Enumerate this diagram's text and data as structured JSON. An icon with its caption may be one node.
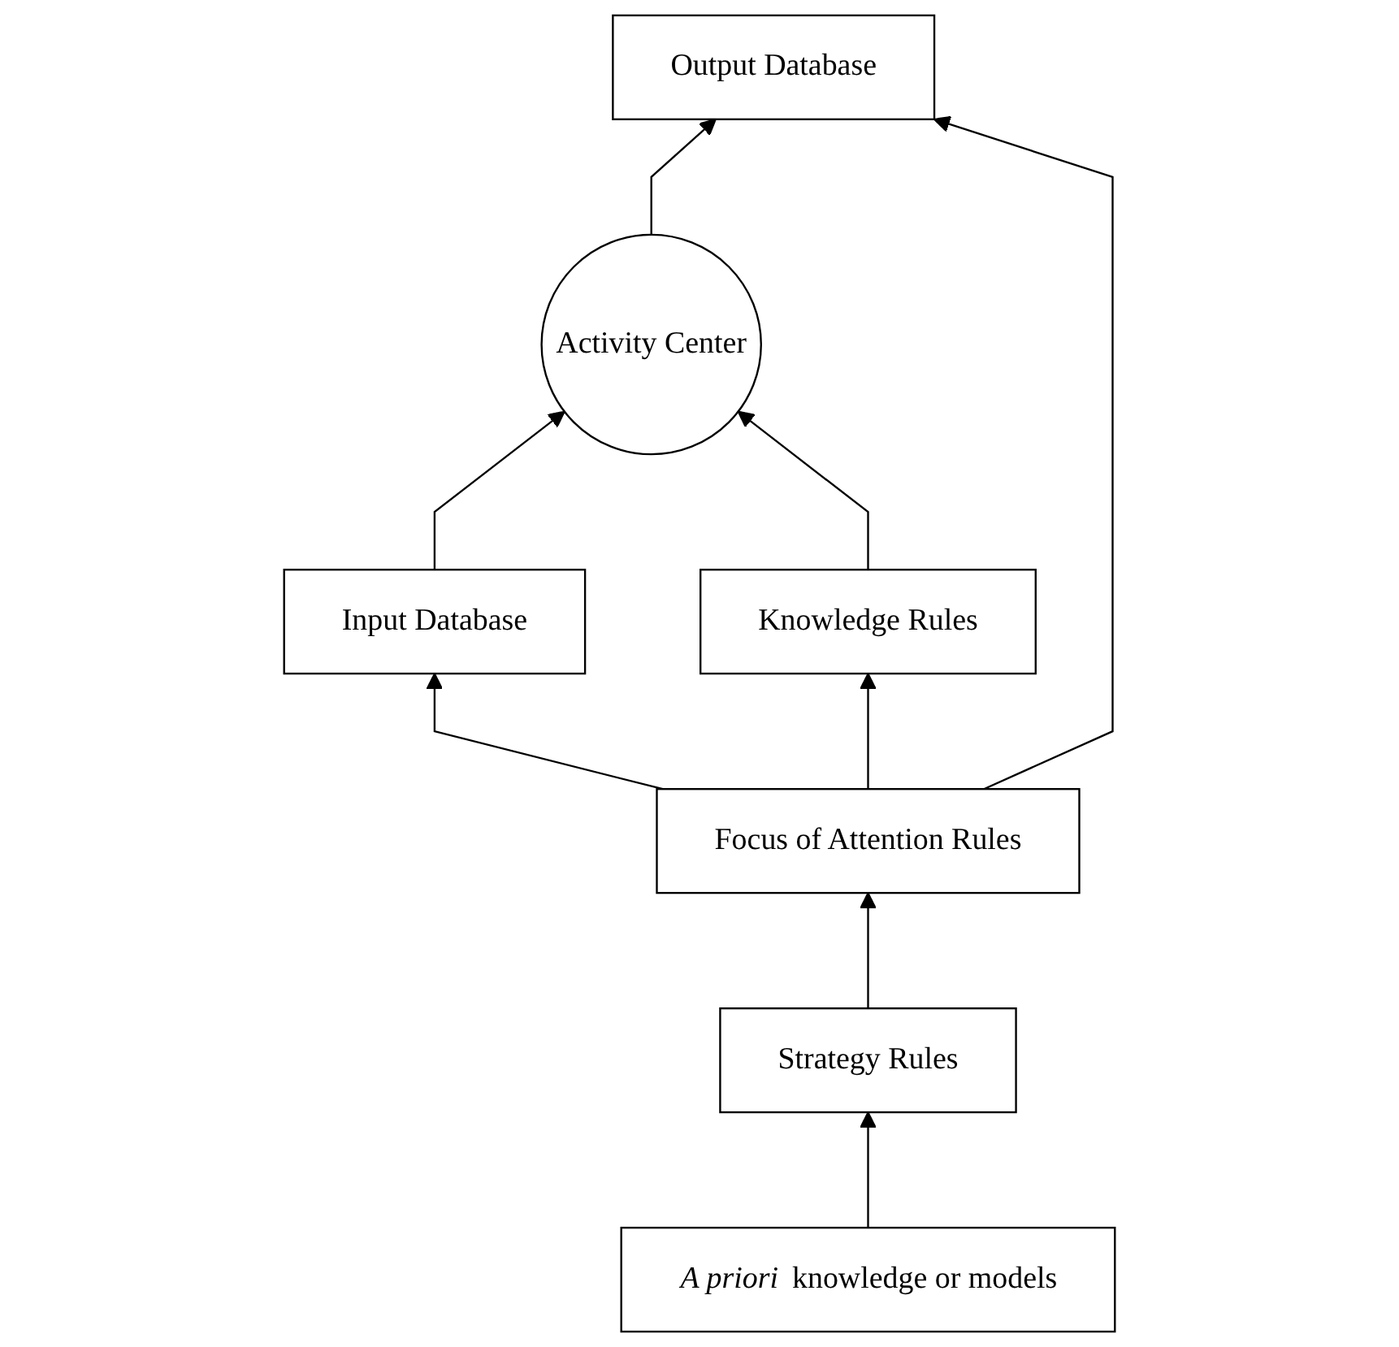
{
  "diagram": {
    "nodes": [
      {
        "text": [
          "Input Database"
        ]
      },
      {
        "text": [
          "Activity Center"
        ]
      },
      {
        "text": [
          "Output Database"
        ]
      },
      {
        "text": [
          "Knowledge Rules"
        ]
      },
      {
        "text": [
          "Focus of Attention Rules"
        ]
      },
      {
        "text": [
          "Strategy Rules"
        ]
      },
      {
        "text": [
          "*A priori* knowledge or models"
        ]
      }
    ],
    "edges": [
      {
        "from": 0,
        "to": 1,
        "arrow": "to"
      },
      {
        "from": 1,
        "to": 2,
        "arrow": "to"
      },
      {
        "from": 3,
        "to": 1,
        "arrow": "to"
      },
      {
        "from": 4,
        "to": 3,
        "arrow": "to"
      },
      {
        "from": 4,
        "to": 0,
        "arrow": "to"
      },
      {
        "from": 4,
        "to": 2,
        "arrow": "to"
      },
      {
        "from": 5,
        "to": 4,
        "arrow": "to"
      },
      {
        "from": 6,
        "to": 5,
        "arrow": "to"
      }
    ]
  }
}
